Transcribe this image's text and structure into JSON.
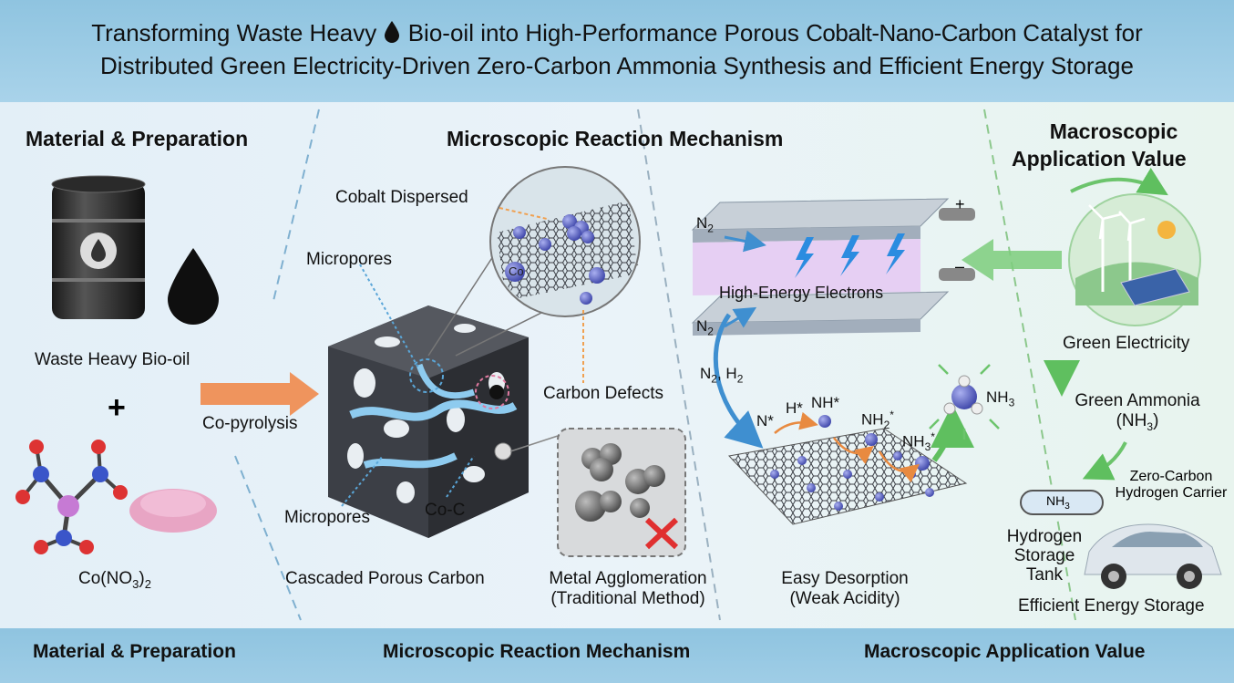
{
  "title": {
    "line1": "Transforming Waste Heavy",
    "line1b": "Bio-oil into High-Performance Porous",
    "line1c": "Cobalt-Nano-Carbon",
    "line1d": "Catalyst for",
    "line2": "Distributed Green Electricity-Driven Zero-Carbon Ammonia Synthesis and Efficient Energy Storage"
  },
  "sections": {
    "material": "Material & Preparation",
    "micro": "Microscopic Reaction Mechanism",
    "macro_l1": "Macroscopic",
    "macro_l2": "Application Value"
  },
  "material": {
    "bio_oil": "Waste Heavy Bio-oil",
    "plus": "+",
    "cobalt_salt": "Co(NO",
    "cobalt_sub3": "3",
    "cobalt_close": ")",
    "cobalt_sub2": "2",
    "process": "Co-pyrolysis"
  },
  "carbon": {
    "cobalt_dispersed": "Cobalt Dispersed",
    "micropores_top": "Micropores",
    "micropores_bottom": "Micropores",
    "co_label": "Co",
    "carbon_defects": "Carbon Defects",
    "co_c": "Co-C",
    "cascaded": "Cascaded Porous Carbon",
    "agglom_l1": "Metal Agglomeration",
    "agglom_l2": "(Traditional Method)"
  },
  "reaction": {
    "n2_top": "N",
    "n2_mid": "N",
    "n2_h2": "N",
    "h2": "H",
    "sub2": "2",
    "electrons": "High-Energy Electrons",
    "plus_term": "+",
    "minus_term": "–",
    "n_star": "N*",
    "h_star": "H*",
    "nh_star": "NH*",
    "nh2_star": "NH",
    "nh3_star": "NH",
    "sub3": "3",
    "star": "*",
    "nh3": "NH",
    "desorb_l1": "Easy Desorption",
    "desorb_l2": "(Weak Acidity)"
  },
  "application": {
    "green_electricity": "Green Electricity",
    "green_ammonia": "Green Ammonia",
    "nh3_paren_open": "(NH",
    "nh3_paren_close": ")",
    "carrier_l1": "Zero-Carbon",
    "carrier_l2": "Hydrogen Carrier",
    "tank_label": "NH",
    "storage_l1": "Hydrogen",
    "storage_l2": "Storage",
    "storage_l3": "Tank",
    "efficient": "Efficient Energy Storage"
  },
  "footer": {
    "material": "Material & Preparation",
    "micro": "Microscopic Reaction Mechanism",
    "macro": "Macroscopic Application Value"
  },
  "colors": {
    "header": "#9ccbe4",
    "arrow_orange": "#f08a4b",
    "arrow_blue": "#4a9bd6",
    "arrow_green": "#6cc46c",
    "cobalt": "#5a63c8"
  }
}
